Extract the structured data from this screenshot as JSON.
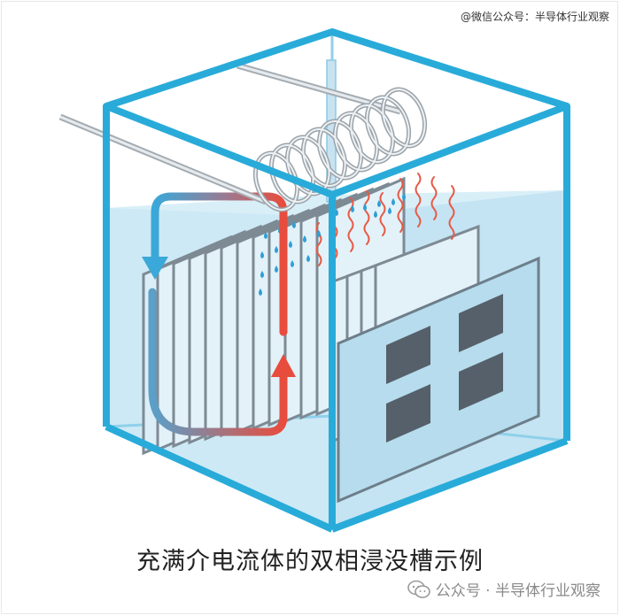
{
  "watermark_top": "@微信公众号：半导体行业观察",
  "caption": "充满介电流体的双相浸没槽示例",
  "watermark_bottom": "公众号 · 半导体行业观察",
  "colors": {
    "tank_frame": "#29abd9",
    "liquid": "#bfe2f1",
    "fin": "#7d8a94",
    "board": "#a9d6ec",
    "chip": "#55606a",
    "hot_arrow": "#e84c3d",
    "cool_arrow": "#3aa8d8",
    "heat_wave": "#e65b48",
    "droplet": "#2f9fd6",
    "coil": "#9aa3aa"
  }
}
